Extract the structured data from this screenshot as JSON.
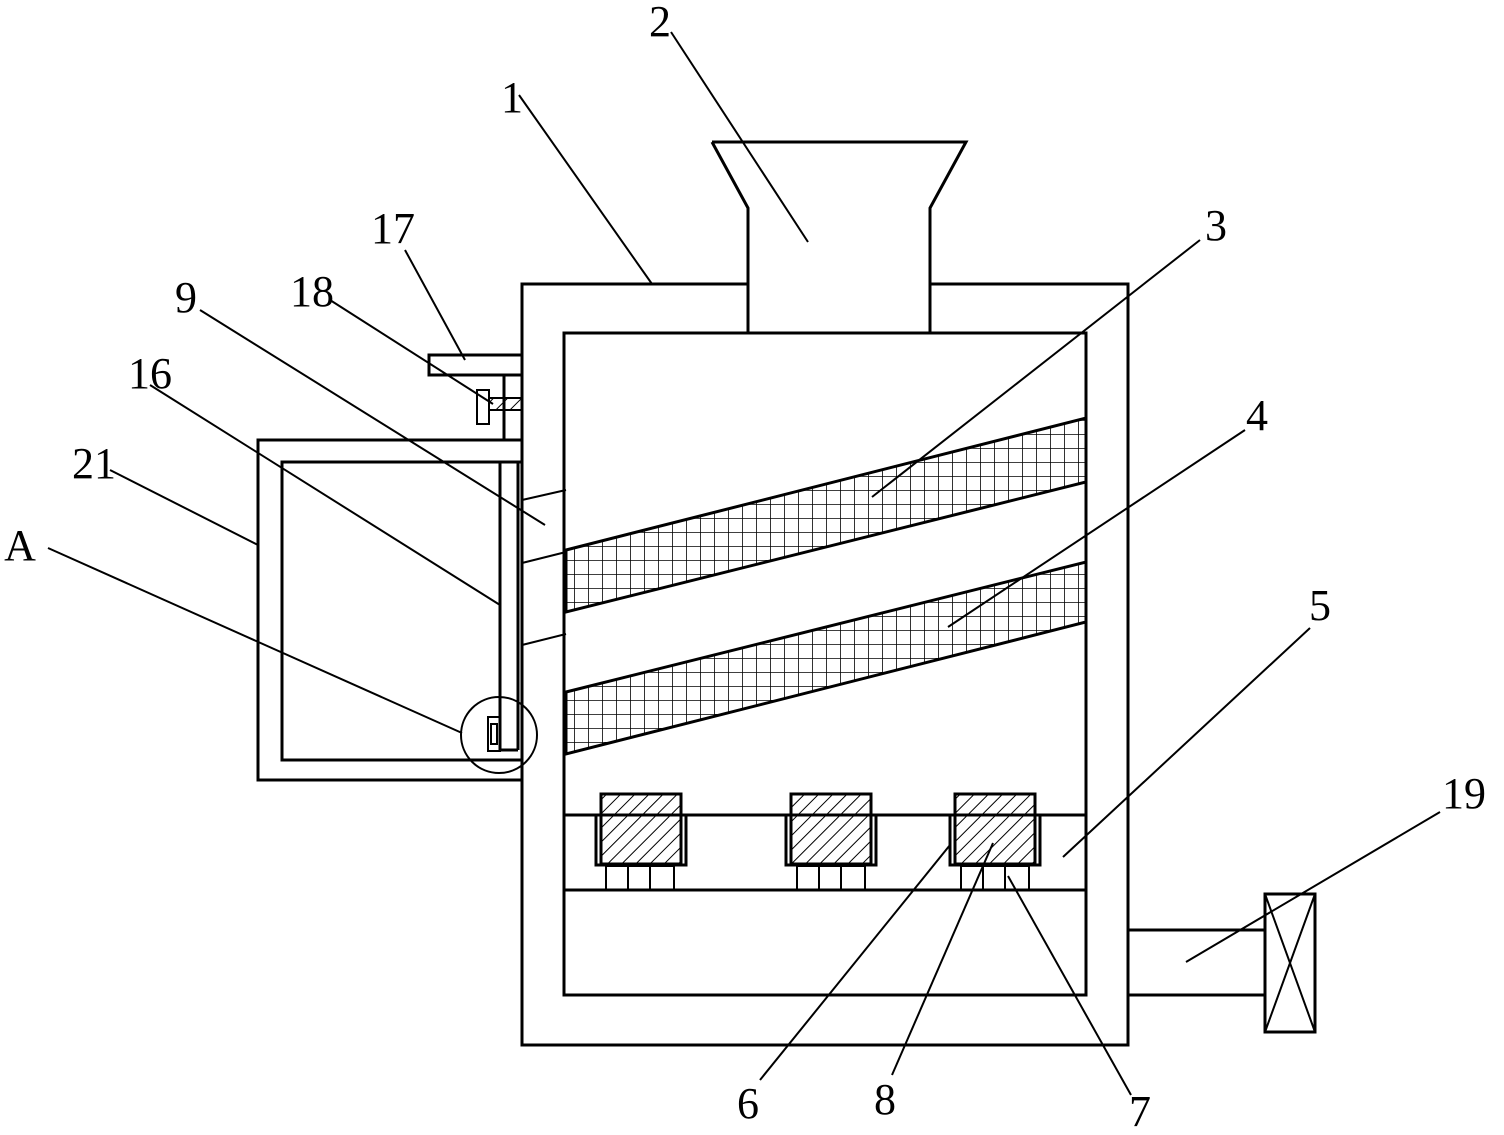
{
  "labels": {
    "p1": "1",
    "p2": "2",
    "p3": "3",
    "p4": "4",
    "p5": "5",
    "p6": "6",
    "p7": "7",
    "p8": "8",
    "p9": "9",
    "p16": "16",
    "p17": "17",
    "p18": "18",
    "p19": "19",
    "p21": "21",
    "pA": "A"
  }
}
